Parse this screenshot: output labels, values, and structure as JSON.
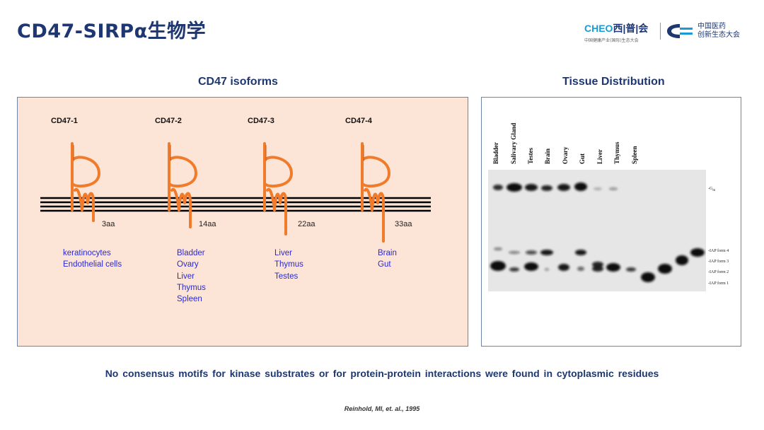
{
  "slide": {
    "title": "CD47-SIRPα生物学",
    "footer_note": "No consensus motifs for kinase substrates or for protein-protein interactions were found in cytoplasmic residues",
    "citation": "Reinhold, MI, et. al., 1995"
  },
  "logos": {
    "cheo_brand": "CHEO",
    "cheo_cn": "西|普|会",
    "cheo_sub": "中国健康产业(国际)生态大会",
    "partner_line1": "中国医药",
    "partner_line2": "创新生态大会"
  },
  "isoforms": {
    "heading": "CD47 isoforms",
    "items": [
      {
        "name": "CD47-1",
        "tail": "3aa",
        "tissues": [
          "keratinocytes",
          "Endothelial cells"
        ]
      },
      {
        "name": "CD47-2",
        "tail": "14aa",
        "tissues": [
          "Bladder",
          "Ovary",
          "Liver",
          "Thymus",
          "Spleen"
        ]
      },
      {
        "name": "CD47-3",
        "tail": "22aa",
        "tissues": [
          "Liver",
          "Thymus",
          "Testes"
        ]
      },
      {
        "name": "CD47-4",
        "tail": "33aa",
        "tissues": [
          "Brain",
          "Gut"
        ]
      }
    ],
    "colors": {
      "protein": "#f07b2a",
      "membrane": "#000000",
      "panel": "#fce4d6"
    }
  },
  "tissue_distribution": {
    "heading": "Tissue Distribution",
    "lanes": [
      "Bladder",
      "Salivary Gland",
      "Testes",
      "Brain",
      "Ovary",
      "Gut",
      "Liver",
      "Thymus",
      "Spleen"
    ],
    "right_labels": {
      "gm": "-G",
      "gm_sub": "m",
      "iap4": "-IAP form 4",
      "iap3": "-IAP form 3",
      "iap2": "-IAP form 2",
      "iap1": "-IAP form 1"
    }
  }
}
